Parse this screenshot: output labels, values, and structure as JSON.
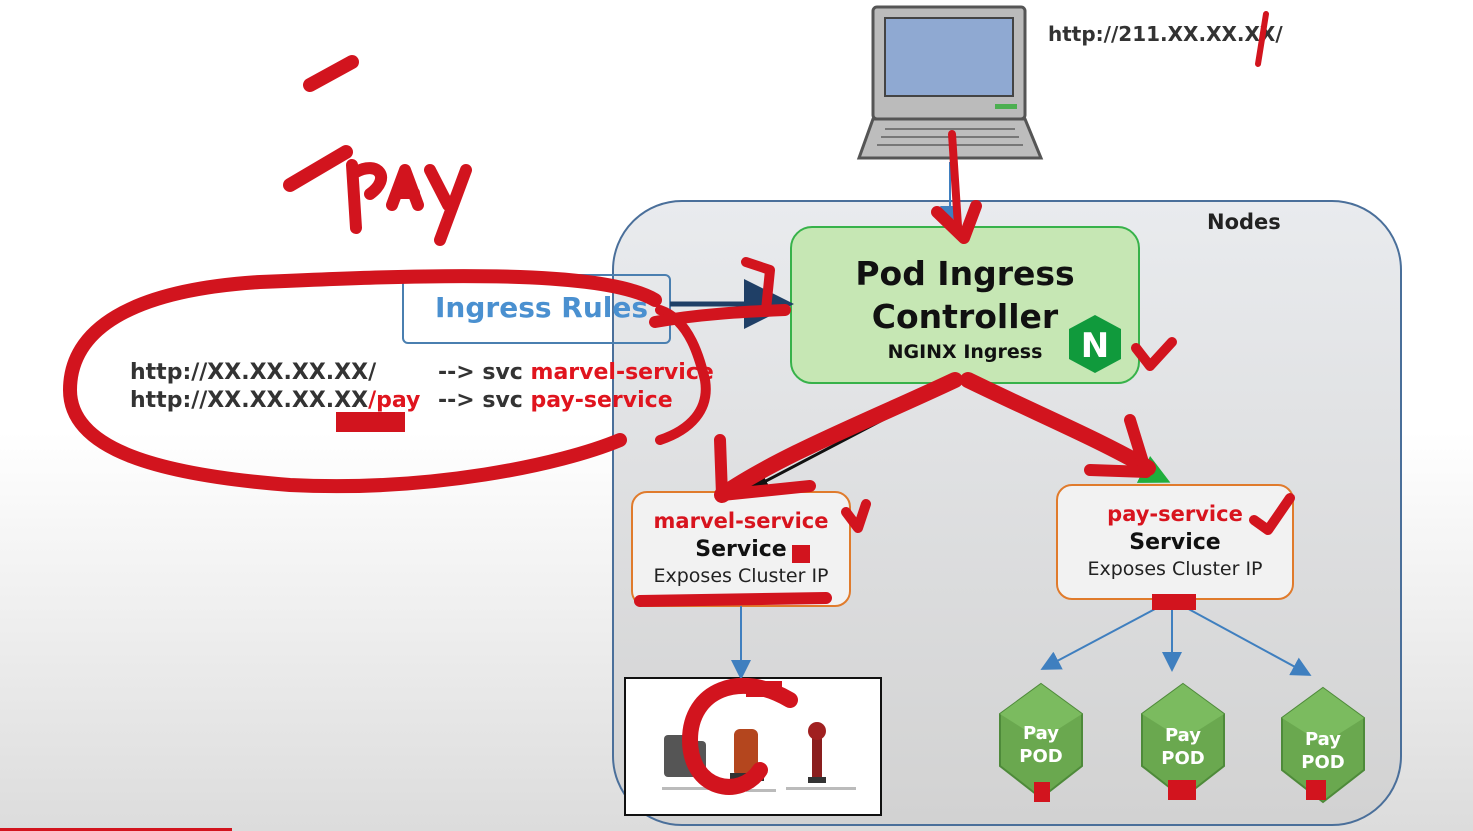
{
  "laptop": {
    "url": "http://211.XX.XX.XX/"
  },
  "nodes": {
    "label": "Nodes"
  },
  "controller": {
    "title_line1": "Pod Ingress",
    "title_line2": "Controller",
    "subtitle": "NGINX Ingress",
    "logo_letter": "N"
  },
  "ingress_rules": {
    "label": "Ingress Rules",
    "rules": [
      {
        "url": "http://XX.XX.XX.XX/",
        "path": "",
        "arrow": "--> svc",
        "service": "marvel-service"
      },
      {
        "url": "http://XX.XX.XX.XX",
        "path": "/pay",
        "arrow": "--> svc",
        "service": "pay-service"
      }
    ]
  },
  "services": [
    {
      "name": "marvel-service",
      "type": "Service",
      "description": "Exposes Cluster IP"
    },
    {
      "name": "pay-service",
      "type": "Service",
      "description": "Exposes Cluster IP"
    }
  ],
  "pods": [
    {
      "line1": "Pay",
      "line2": "POD"
    },
    {
      "line1": "Pay",
      "line2": "POD"
    },
    {
      "line1": "Pay",
      "line2": "POD"
    }
  ],
  "annotation": {
    "handwritten_text": "/pay"
  },
  "colors": {
    "annotation_red": "#d2141e",
    "controller_green": "#c6e7b4",
    "pod_green": "#6aa84f",
    "service_orange": "#e07b2c"
  }
}
